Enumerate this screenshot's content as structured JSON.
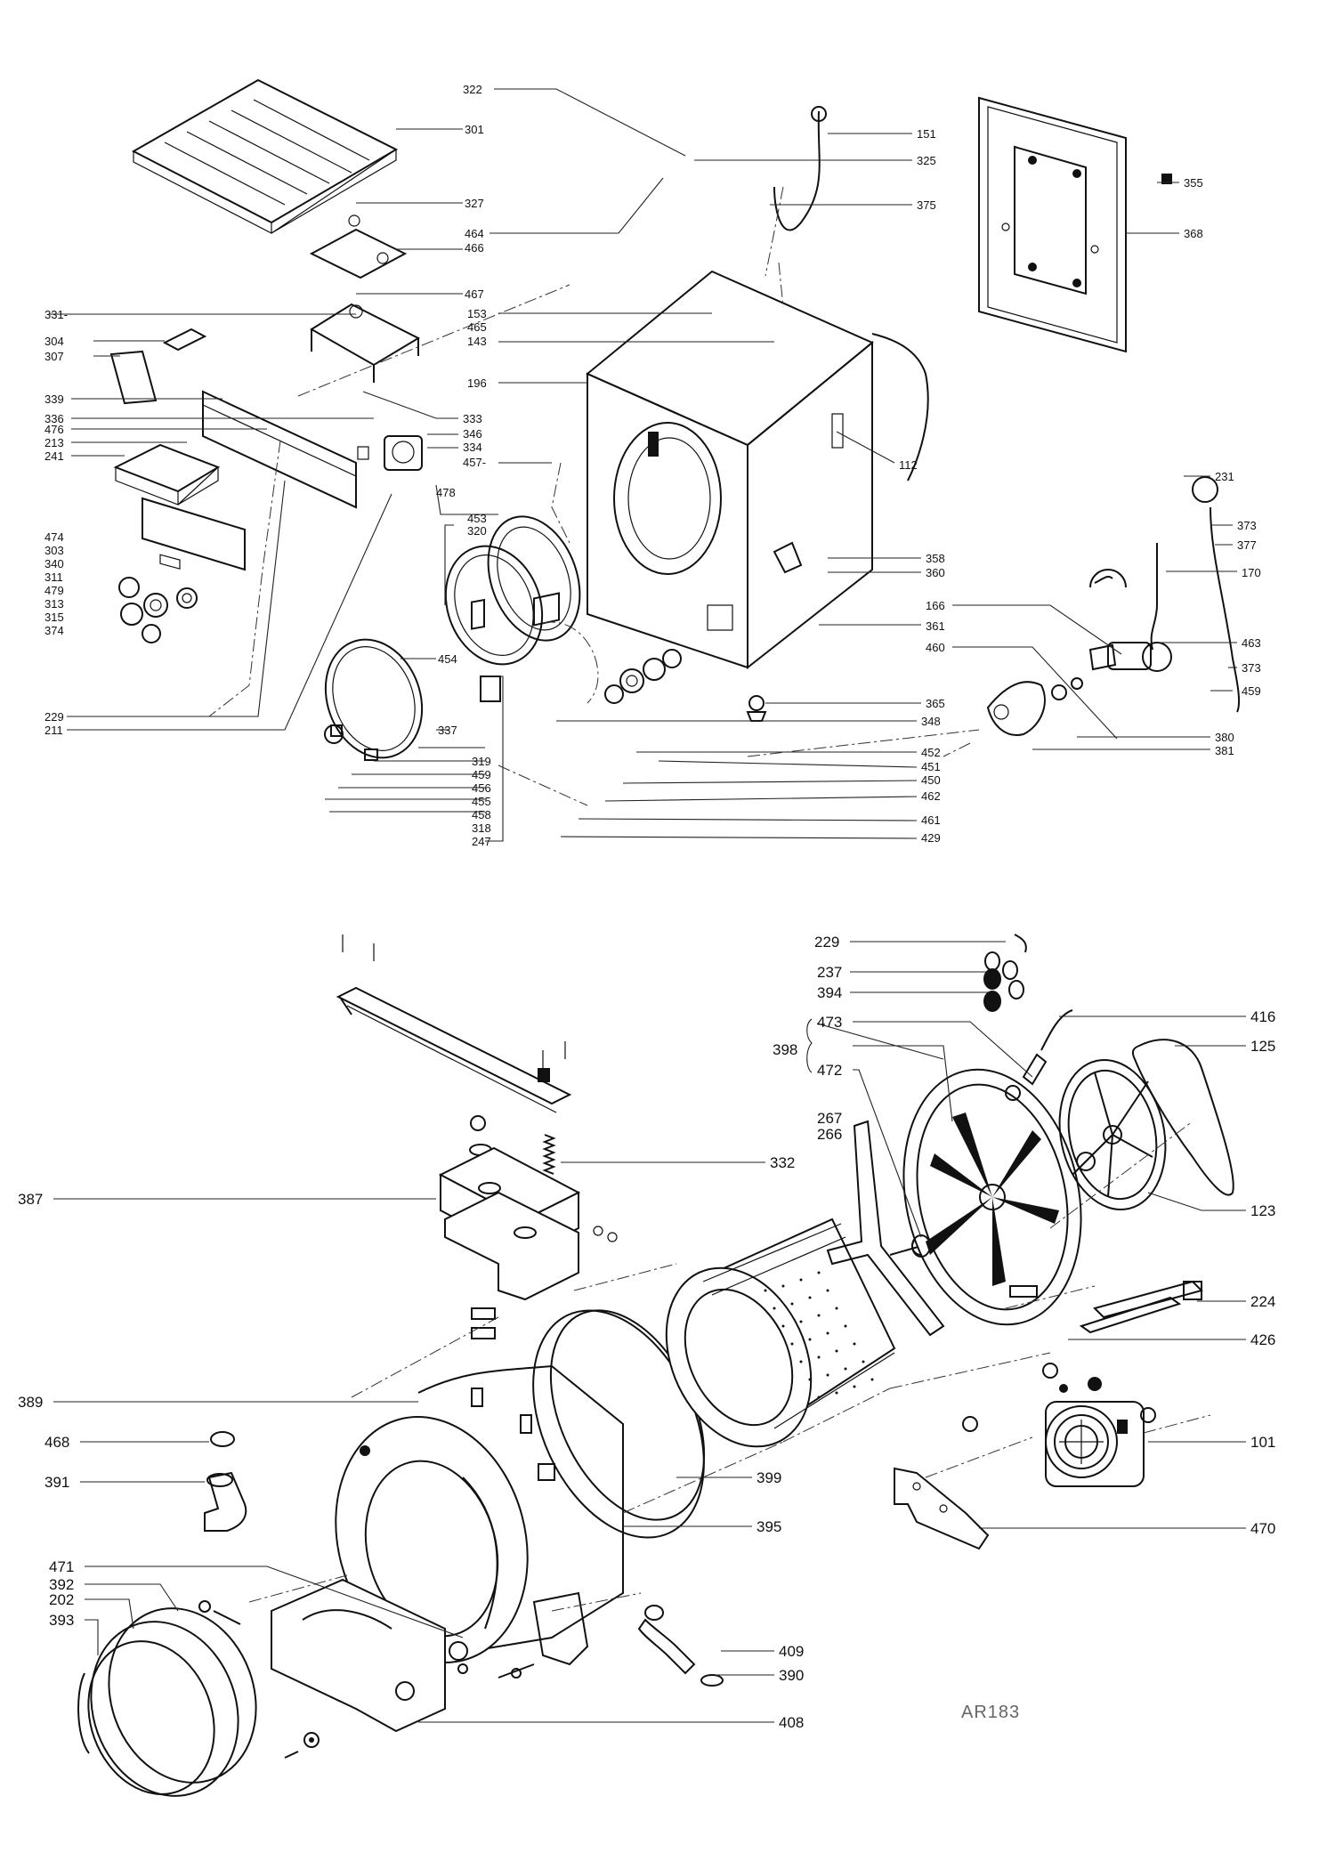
{
  "diagram_code": "AR183",
  "upper_assembly": {
    "labels": {
      "322": "322",
      "301": "301",
      "151": "151",
      "325": "325",
      "375": "375",
      "327": "327",
      "464": "464",
      "466": "466",
      "467": "467",
      "355": "355",
      "368": "368",
      "331": "331-",
      "153": "153",
      "465": "465",
      "143": "143",
      "304": "304",
      "307": "307",
      "196": "196",
      "339": "339",
      "336": "336",
      "476": "476",
      "213": "213",
      "241": "241",
      "333": "333",
      "346": "346",
      "334": "334",
      "457": "457-",
      "112": "112",
      "231": "231",
      "478": "478",
      "373a": "373",
      "377": "377",
      "453": "453",
      "320": "320",
      "474": "474",
      "303": "303",
      "340": "340",
      "311": "311",
      "479": "479",
      "313": "313",
      "315": "315",
      "374": "374",
      "358": "358",
      "360": "360",
      "170": "170",
      "166": "166",
      "463": "463",
      "361": "361",
      "460": "460",
      "373b": "373",
      "454": "454",
      "365": "365",
      "459a": "459",
      "229": "229",
      "211": "211",
      "337": "337",
      "348": "348",
      "380": "380",
      "381": "381",
      "452": "452",
      "319": "319",
      "451": "451",
      "459b": "459",
      "450": "450",
      "456": "456",
      "462": "462",
      "455": "455",
      "458": "458",
      "461": "461",
      "318": "318",
      "247": "247",
      "429": "429"
    }
  },
  "lower_assembly": {
    "labels": {
      "229": "229",
      "237": "237",
      "394": "394",
      "473": "473",
      "416": "416",
      "398": "398",
      "125": "125",
      "472": "472",
      "267": "267",
      "266": "266",
      "332": "332",
      "387": "387",
      "123": "123",
      "224": "224",
      "426": "426",
      "389": "389",
      "468": "468",
      "101": "101",
      "391": "391",
      "399": "399",
      "395": "395",
      "470": "470",
      "471": "471",
      "392": "392",
      "202": "202",
      "393": "393",
      "409": "409",
      "390": "390",
      "408": "408"
    }
  }
}
